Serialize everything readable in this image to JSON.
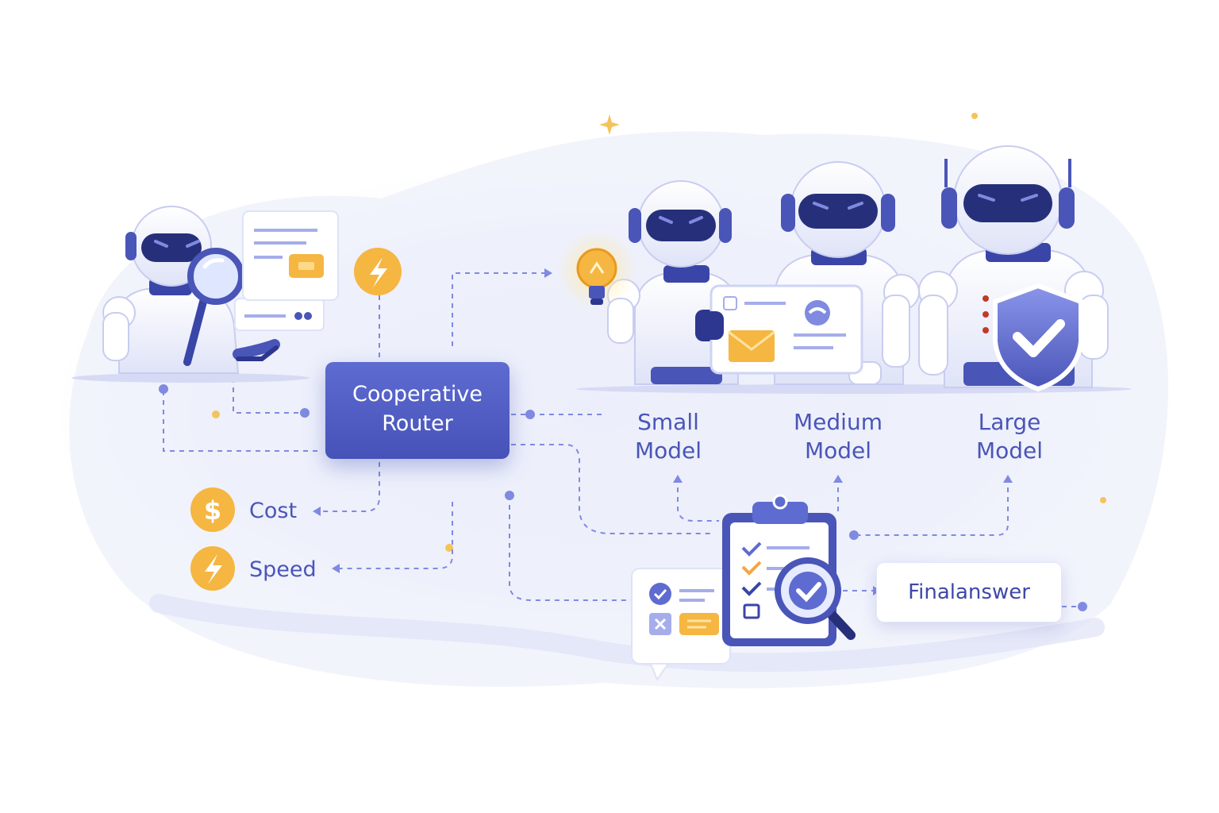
{
  "router": {
    "line1": "Cooperative",
    "line2": "Router"
  },
  "models": [
    {
      "line1": "Small",
      "line2": "Model"
    },
    {
      "line1": "Medium",
      "line2": "Model"
    },
    {
      "line1": "Large",
      "line2": "Model"
    }
  ],
  "metrics": {
    "cost": "Cost",
    "speed": "Speed"
  },
  "output": {
    "final_answer": "Finalanswer"
  },
  "colors": {
    "primary": "#4a55b8",
    "primary_light": "#7f8ae0",
    "accent": "#f5b642",
    "background_tint": "#eef0fb"
  },
  "icons": [
    "magnifier-icon",
    "lightning-icon",
    "dollar-icon",
    "lightbulb-icon",
    "shield-check-icon",
    "clipboard-checklist-icon",
    "envelope-icon"
  ]
}
